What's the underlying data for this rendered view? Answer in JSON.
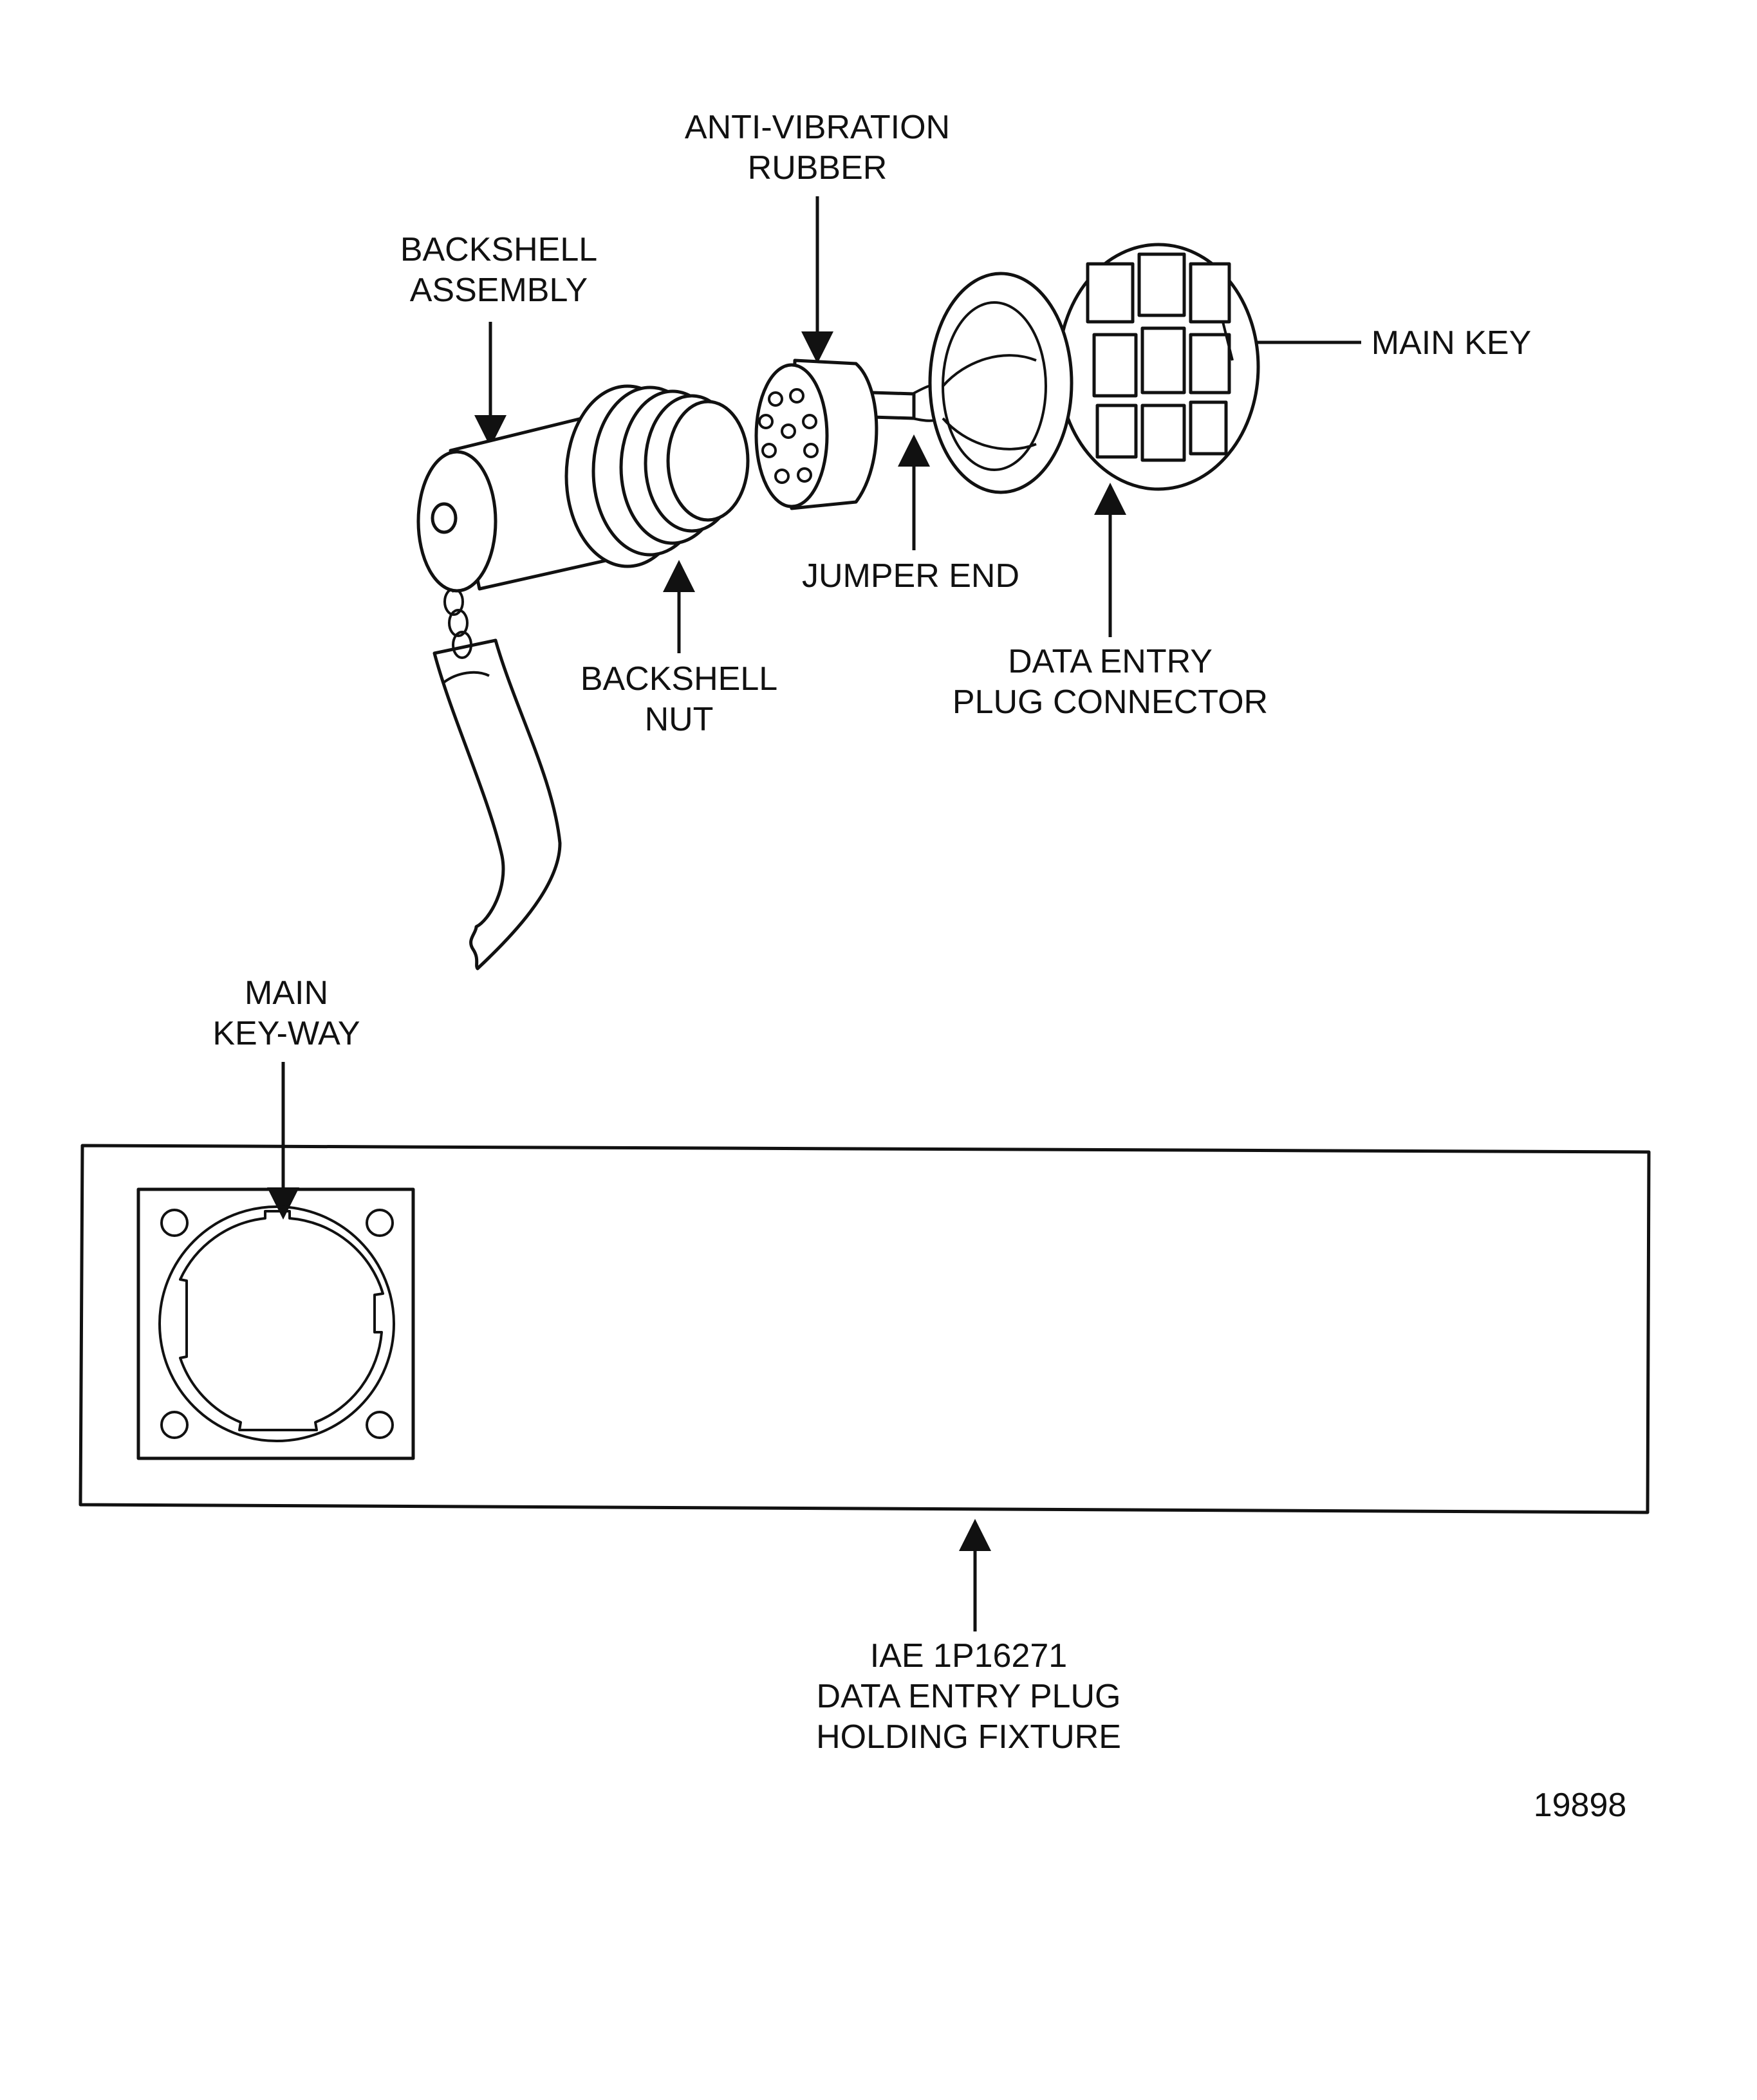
{
  "figure_number": "19898",
  "labels": {
    "anti_vibration_rubber": [
      "ANTI-VIBRATION",
      "RUBBER"
    ],
    "backshell_assembly": [
      "BACKSHELL",
      "ASSEMBLY"
    ],
    "main_key": "MAIN KEY",
    "jumper_end": "JUMPER END",
    "backshell_nut": [
      "BACKSHELL",
      "NUT"
    ],
    "data_entry_plug_connector": [
      "DATA ENTRY",
      "PLUG CONNECTOR"
    ],
    "main_key_way": [
      "MAIN",
      "KEY-WAY"
    ],
    "holding_fixture": [
      "IAE 1P16271",
      "DATA ENTRY PLUG",
      "HOLDING FIXTURE"
    ]
  },
  "colors": {
    "line": "#111111",
    "background": "#ffffff"
  }
}
